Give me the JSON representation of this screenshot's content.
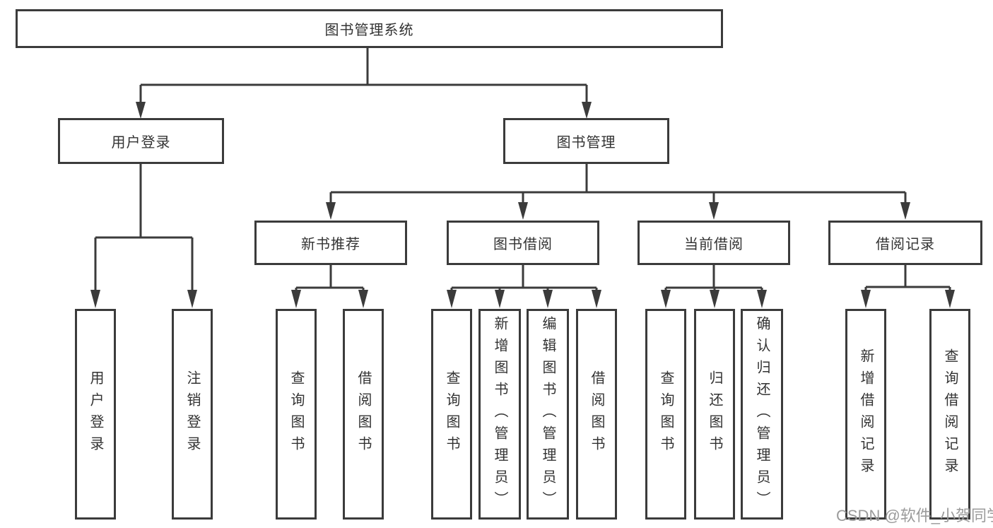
{
  "colors": {
    "line": "#3b3b3b",
    "box_border": "#3b3b3b",
    "text": "#333333",
    "background": "#ffffff",
    "watermark": "#9b9b9b"
  },
  "tree": {
    "root": {
      "label": "图书管理系统"
    },
    "branches": [
      {
        "label": "用户登录",
        "children": [
          {
            "label": "用户登录"
          },
          {
            "label": "注销登录"
          }
        ]
      },
      {
        "label": "图书管理",
        "children": [
          {
            "label": "新书推荐",
            "children": [
              {
                "label": "查询图书"
              },
              {
                "label": "借阅图书"
              }
            ]
          },
          {
            "label": "图书借阅",
            "children": [
              {
                "label": "查询图书"
              },
              {
                "label": "新增图书（管理员）"
              },
              {
                "label": "编辑图书（管理员）"
              },
              {
                "label": "借阅图书"
              }
            ]
          },
          {
            "label": "当前借阅",
            "children": [
              {
                "label": "查询图书"
              },
              {
                "label": "归还图书"
              },
              {
                "label": "确认归还（管理员）"
              }
            ]
          },
          {
            "label": "借阅记录",
            "children": [
              {
                "label": "新增借阅记录"
              },
              {
                "label": "查询借阅记录"
              }
            ]
          }
        ]
      }
    ]
  },
  "watermark": {
    "text": "CSDN @软件_小贺同学"
  }
}
